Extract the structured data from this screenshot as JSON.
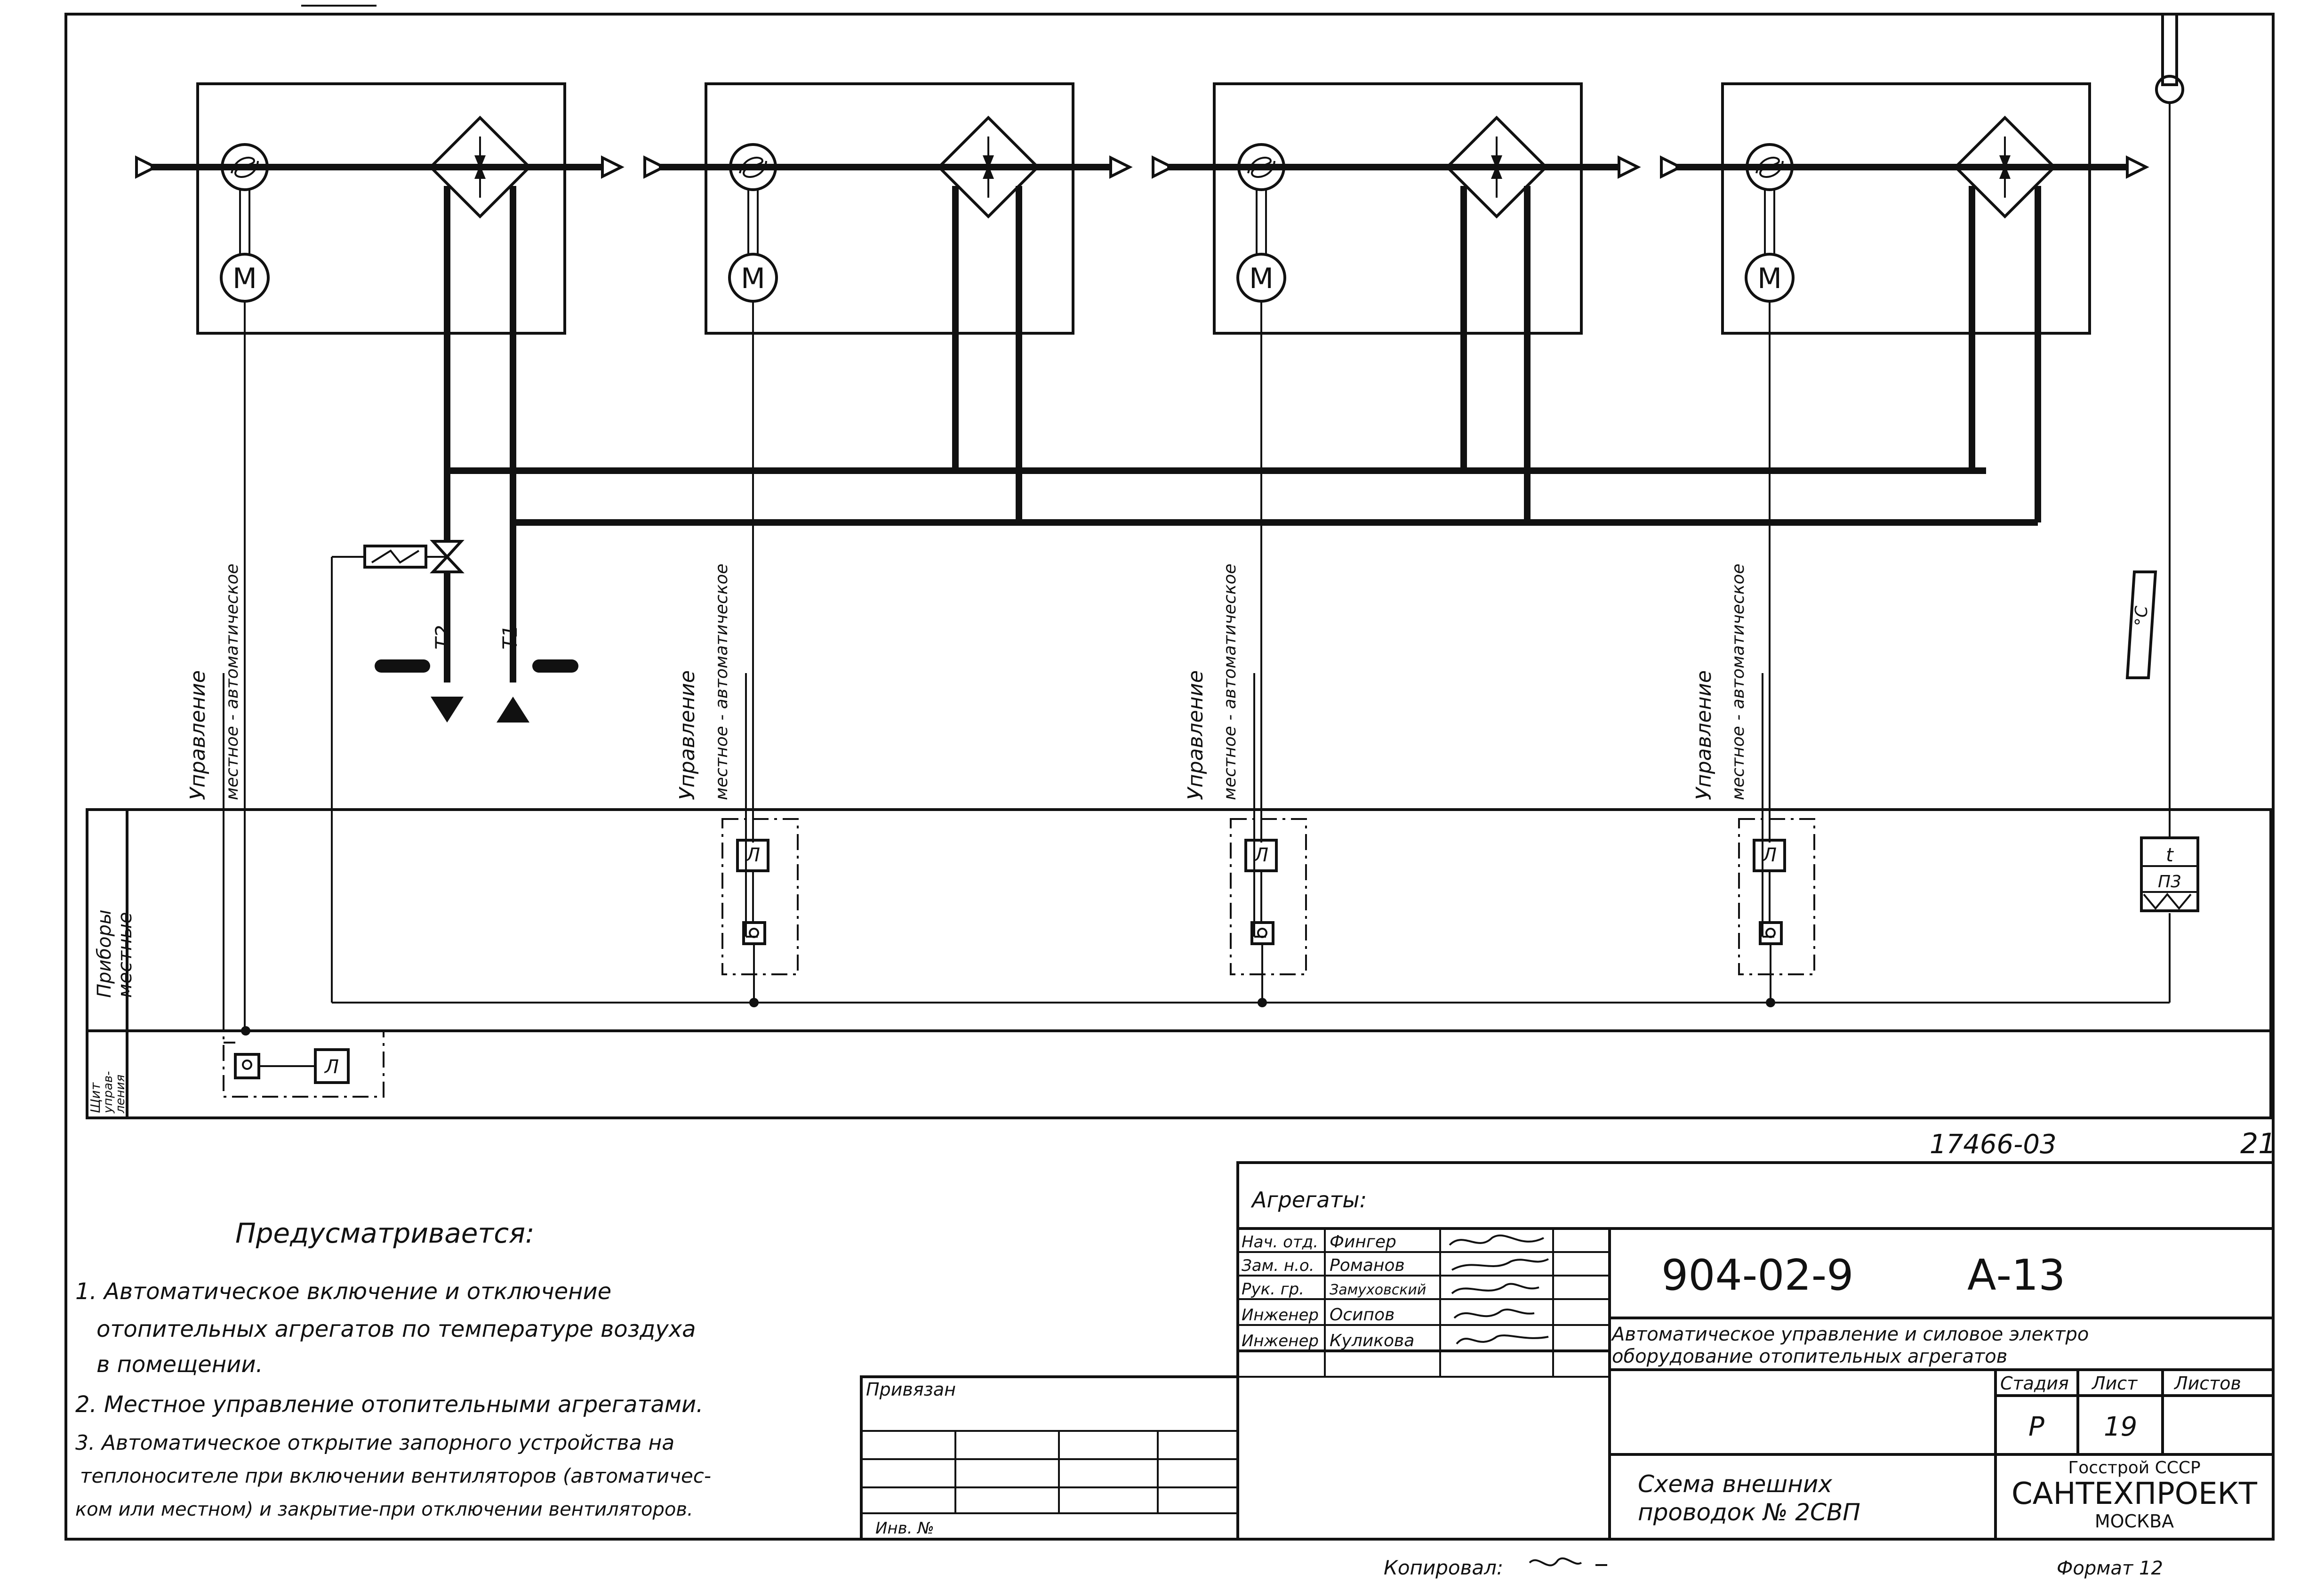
{
  "control_mode_label_line1": "Управление",
  "control_mode_label_line2": "местное - автоматическое",
  "row_labels": {
    "local_devices_line1": "Приборы",
    "local_devices_line2": "местные",
    "control_panel_line1": "Щит",
    "control_panel_line2": "управ-",
    "control_panel_line3": "ления"
  },
  "pipes": {
    "supply": "Т1",
    "return": "Т2"
  },
  "device_labels": {
    "relay": "Л",
    "thermo_t": "t",
    "thermo_code": "П3",
    "sensor_unit": "°С",
    "motor": "M"
  },
  "doc_number": "17466-03",
  "page_number": "21",
  "notes": {
    "heading": "Предусматривается:",
    "items": [
      "1. Автоматическое включение и отключение",
      "отопительных агрегатов по температуре воздуха",
      "в помещении.",
      "2. Местное управление отопительными агрегатами.",
      "3. Автоматическое открытие запорного устройства на",
      "теплоносителе при включении вентиляторов (автоматичес-",
      "ком или местном) и закрытие-при отключении вентиляторов."
    ]
  },
  "aggregates_label": "Агрегаты:",
  "stamp": {
    "project_code": "904-02-9",
    "sheet_code": "А-13",
    "title_line1": "Автоматическое управление и силовое электро",
    "title_line2": "оборудование отопительных агрегатов",
    "drawing_line1": "Схема внешних",
    "drawing_line2": "проводок № 2СВП",
    "stage_header": "Стадия",
    "sheet_header": "Лист",
    "sheets_header": "Листов",
    "stage": "Р",
    "sheet": "19",
    "org_line1": "Госстрой СССР",
    "org_line2": "САНТЕХПРОЕКТ",
    "org_line3": "МОСКВА",
    "signatories": [
      {
        "role": "Нач. отд.",
        "name": "Фингер"
      },
      {
        "role": "Зам. н.о.",
        "name": "Романов"
      },
      {
        "role": "Рук. гр.",
        "name": "Замуховский"
      },
      {
        "role": "Инженер",
        "name": "Осипов"
      },
      {
        "role": "Инженер",
        "name": "Куликова"
      }
    ],
    "bound_label": "Привязан",
    "inv_label": "Инв. №"
  },
  "copied_label": "Копировал:",
  "format_label": "Формат 12"
}
